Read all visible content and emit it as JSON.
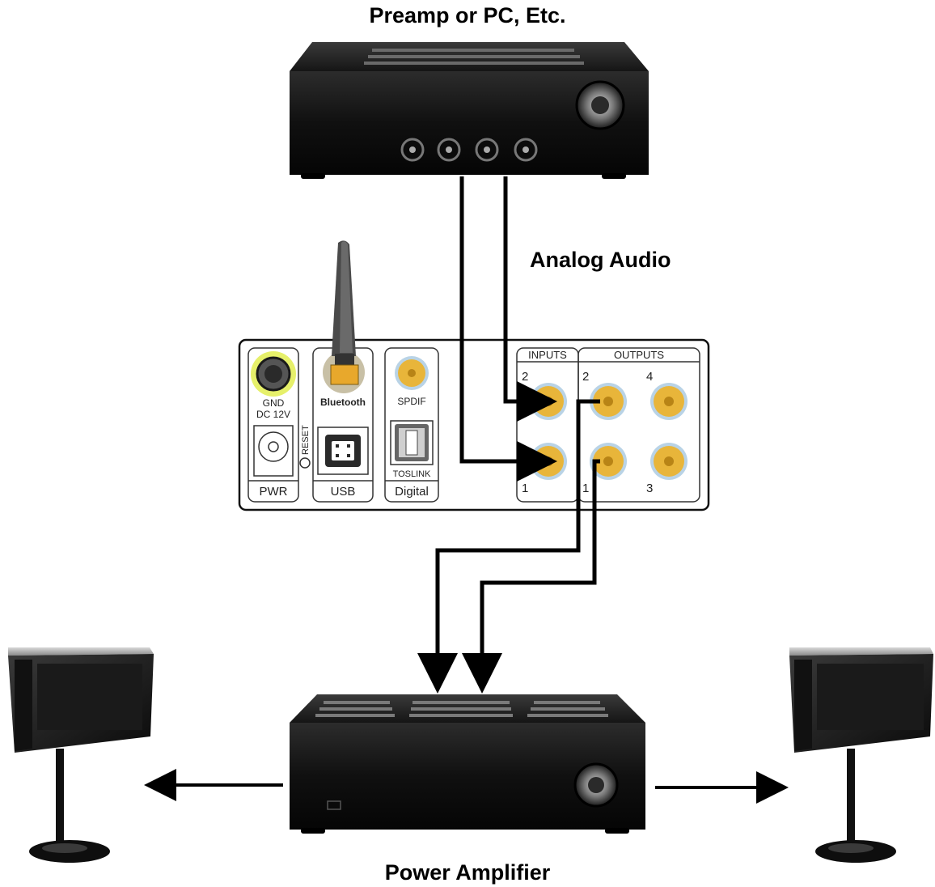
{
  "labels": {
    "top_device": "Preamp or PC, Etc.",
    "signal": "Analog Audio",
    "bottom_device": "Power Amplifier"
  },
  "panel": {
    "gnd": "GND",
    "dc": "DC 12V",
    "reset": "RESET",
    "pwr": "PWR",
    "bluetooth": "Bluetooth",
    "usb": "USB",
    "spdif": "SPDIF",
    "toslink": "TOSLINK",
    "digital": "Digital",
    "inputs": "INPUTS",
    "outputs": "OUTPUTS",
    "in_2": "2",
    "in_1": "1",
    "out_2": "2",
    "out_4": "4",
    "out_1": "1",
    "out_3": "3"
  },
  "colors": {
    "jack_gold": "#E8B53A",
    "jack_ring": "#B9D3E6",
    "gnd_ring": "#E6F06A",
    "device_dark": "#141414",
    "wire": "#000000"
  }
}
